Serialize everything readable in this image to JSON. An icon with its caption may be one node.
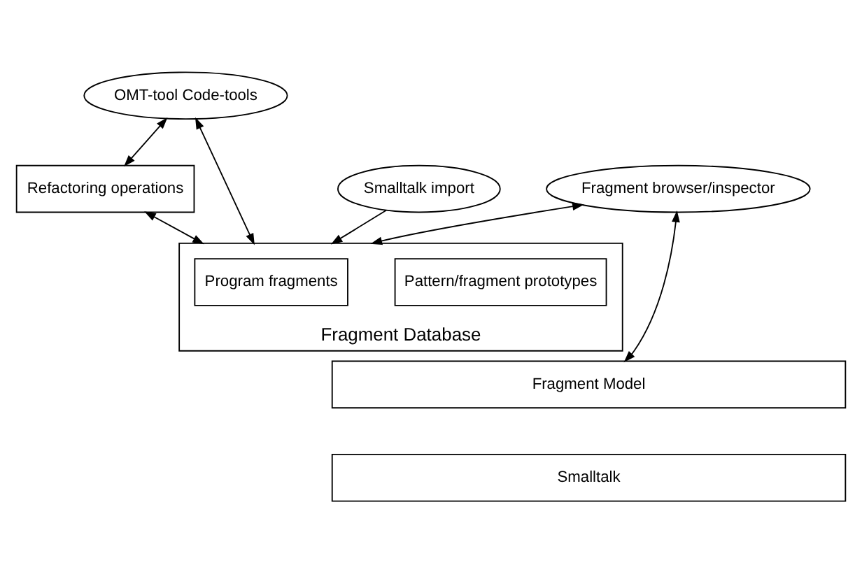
{
  "diagram": {
    "nodes": [
      {
        "text": [
          "Fragment browser/inspector"
        ]
      },
      {
        "text": [
          "OMT-tool Code-tools"
        ]
      },
      {
        "text": [
          "Refactoring operations"
        ]
      },
      {
        "text": [
          "Smalltalk import"
        ]
      },
      {
        "text": [
          "Fragment Database"
        ]
      },
      {
        "text": [
          "Pattern/fragment prototypes"
        ],
        "in": 4
      },
      {
        "text": [
          "Program fragments"
        ],
        "in": 4
      },
      {
        "text": [
          "Fragment Model"
        ]
      },
      {
        "text": [
          "Smalltalk"
        ]
      }
    ],
    "edges": [
      {
        "from": 0,
        "to": 7,
        "arrow": "both"
      },
      {
        "from": 0,
        "to": 4,
        "arrow": "both"
      },
      {
        "from": 1,
        "to": 4,
        "arrow": "both"
      },
      {
        "from": 1,
        "to": 2,
        "arrow": "both"
      },
      {
        "from": 2,
        "to": 4,
        "arrow": "both"
      },
      {
        "from": 3,
        "to": 4,
        "arrow": "to"
      }
    ]
  }
}
